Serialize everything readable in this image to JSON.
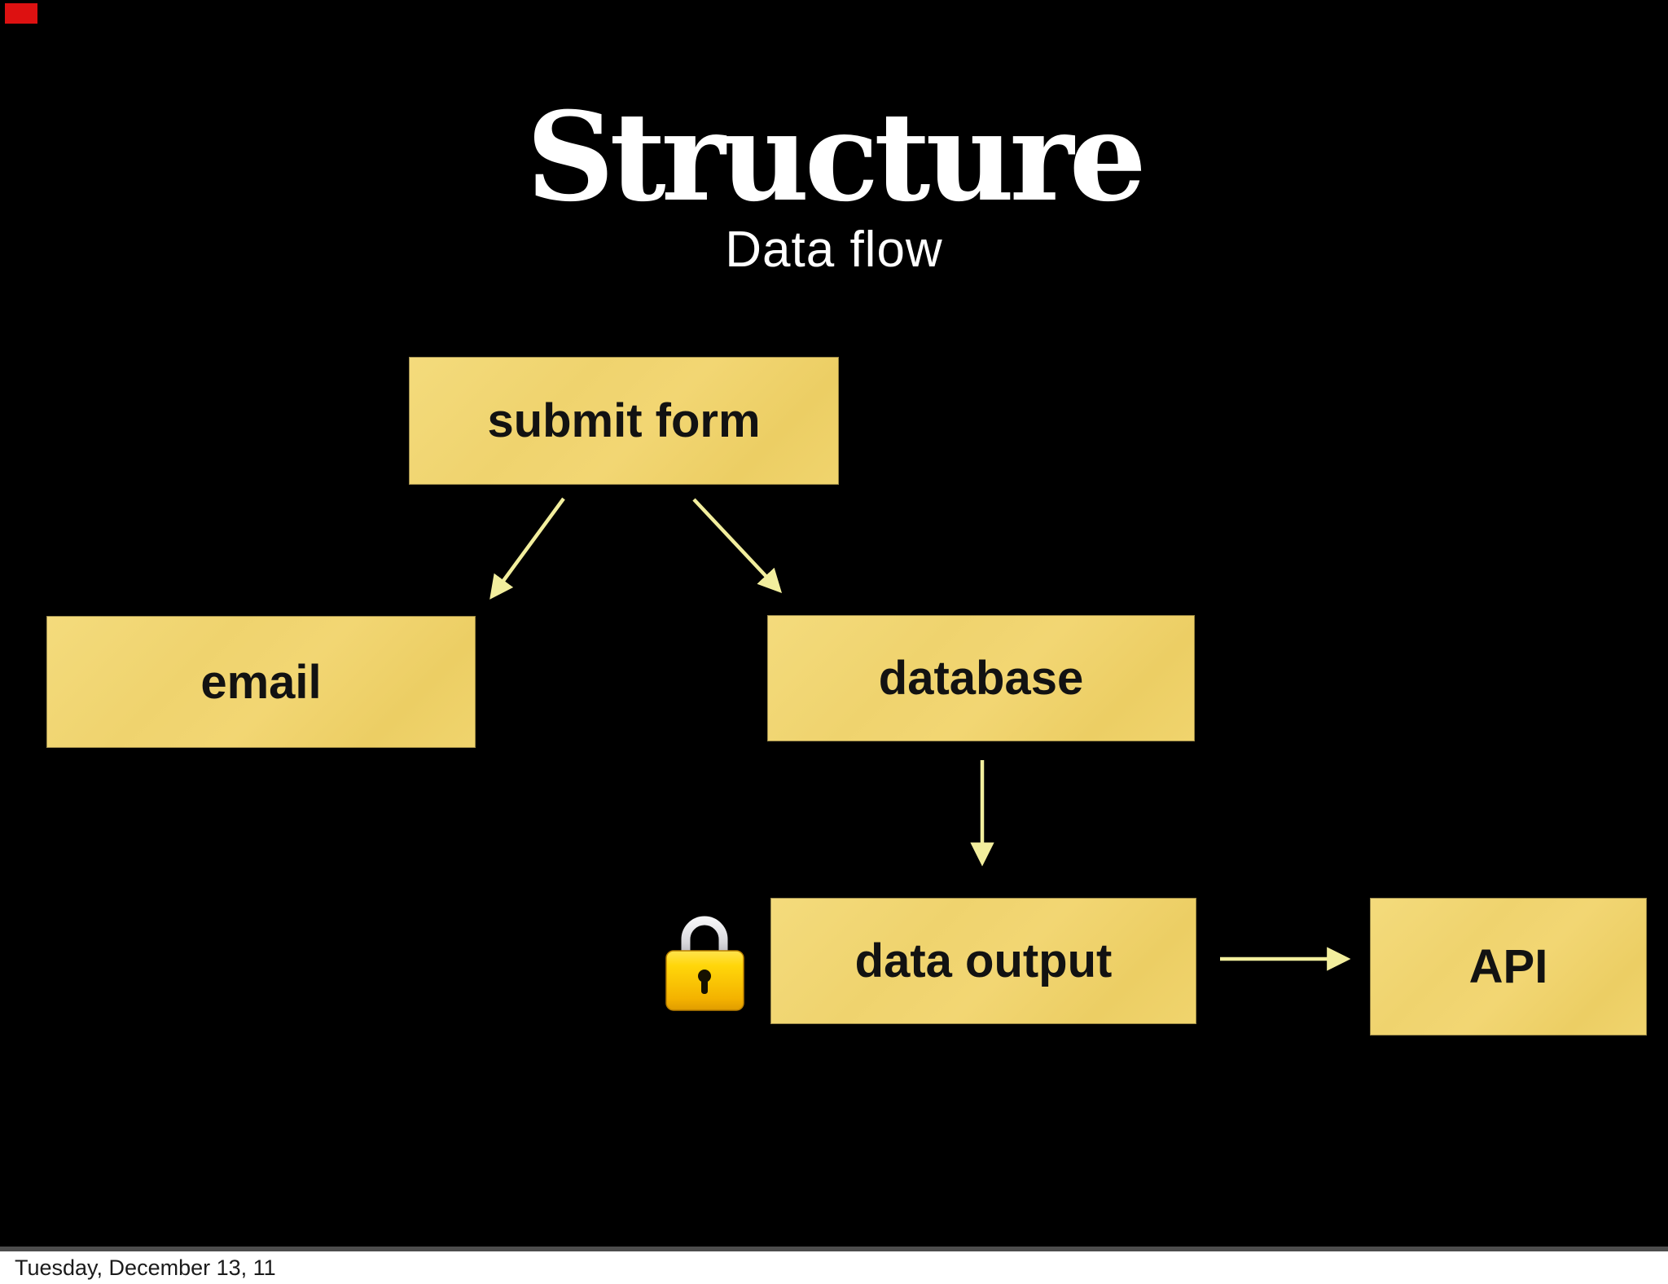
{
  "slide": {
    "title": "Structure",
    "subtitle": "Data flow",
    "diagram": {
      "nodes": [
        {
          "id": "submit-form",
          "label": "submit form"
        },
        {
          "id": "email",
          "label": "email"
        },
        {
          "id": "database",
          "label": "database"
        },
        {
          "id": "data-output",
          "label": "data output"
        },
        {
          "id": "api",
          "label": "API"
        }
      ],
      "edges": [
        {
          "from": "submit-form",
          "to": "email"
        },
        {
          "from": "submit-form",
          "to": "database"
        },
        {
          "from": "database",
          "to": "data-output"
        },
        {
          "from": "data-output",
          "to": "api"
        }
      ],
      "icons": [
        {
          "name": "lock-icon",
          "attached_to": "data-output"
        }
      ]
    },
    "footer": {
      "date_text": "Tuesday, December 13, 11"
    },
    "colors": {
      "background": "#000000",
      "box_fill": "#F1D46E",
      "box_text": "#121212",
      "arrow": "#F2EE9D",
      "title_text": "#FFFFFF",
      "footer_bg": "#FFFFFF",
      "footer_text": "#1B1B1B",
      "corner_mark": "#DD1111",
      "lock_gold": "#FFD60A",
      "lock_shackle": "#D8D8DC"
    }
  }
}
